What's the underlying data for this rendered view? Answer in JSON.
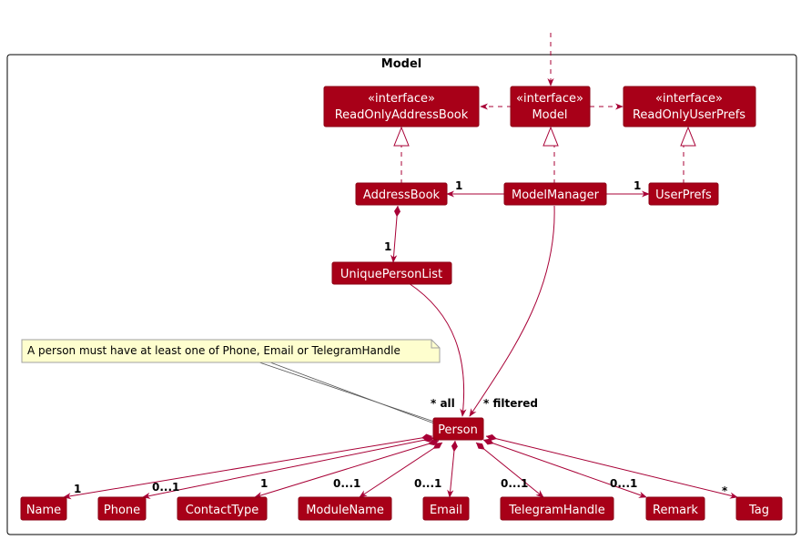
{
  "package": {
    "title": "Model"
  },
  "colors": {
    "box": "#a80018",
    "box_border": "#8b0015",
    "box_text": "#ffffff",
    "line": "#a80036",
    "note_bg": "#fefece",
    "note_border": "#a0a0a0"
  },
  "classes": {
    "roab": {
      "stereotype": "«interface»",
      "name": "ReadOnlyAddressBook"
    },
    "model": {
      "stereotype": "«interface»",
      "name": "Model"
    },
    "roup": {
      "stereotype": "«interface»",
      "name": "ReadOnlyUserPrefs"
    },
    "addressbook": {
      "name": "AddressBook"
    },
    "modelmanager": {
      "name": "ModelManager"
    },
    "userprefs": {
      "name": "UserPrefs"
    },
    "upl": {
      "name": "UniquePersonList"
    },
    "person": {
      "name": "Person"
    },
    "name": {
      "name": "Name"
    },
    "phone": {
      "name": "Phone"
    },
    "contacttype": {
      "name": "ContactType"
    },
    "modulename": {
      "name": "ModuleName"
    },
    "email": {
      "name": "Email"
    },
    "telegram": {
      "name": "TelegramHandle"
    },
    "remark": {
      "name": "Remark"
    },
    "tag": {
      "name": "Tag"
    }
  },
  "note": {
    "text": "A person must have at least one of Phone, Email or TelegramHandle"
  },
  "multiplicities": {
    "ab_mm": "1",
    "up_mm": "1",
    "upl_ab": "1",
    "person_all": "* all",
    "person_filtered": "* filtered",
    "name": "1",
    "phone": "0...1",
    "contacttype": "1",
    "modulename": "0...1",
    "email": "0...1",
    "telegram": "0...1",
    "remark": "0...1",
    "tag": "*"
  }
}
